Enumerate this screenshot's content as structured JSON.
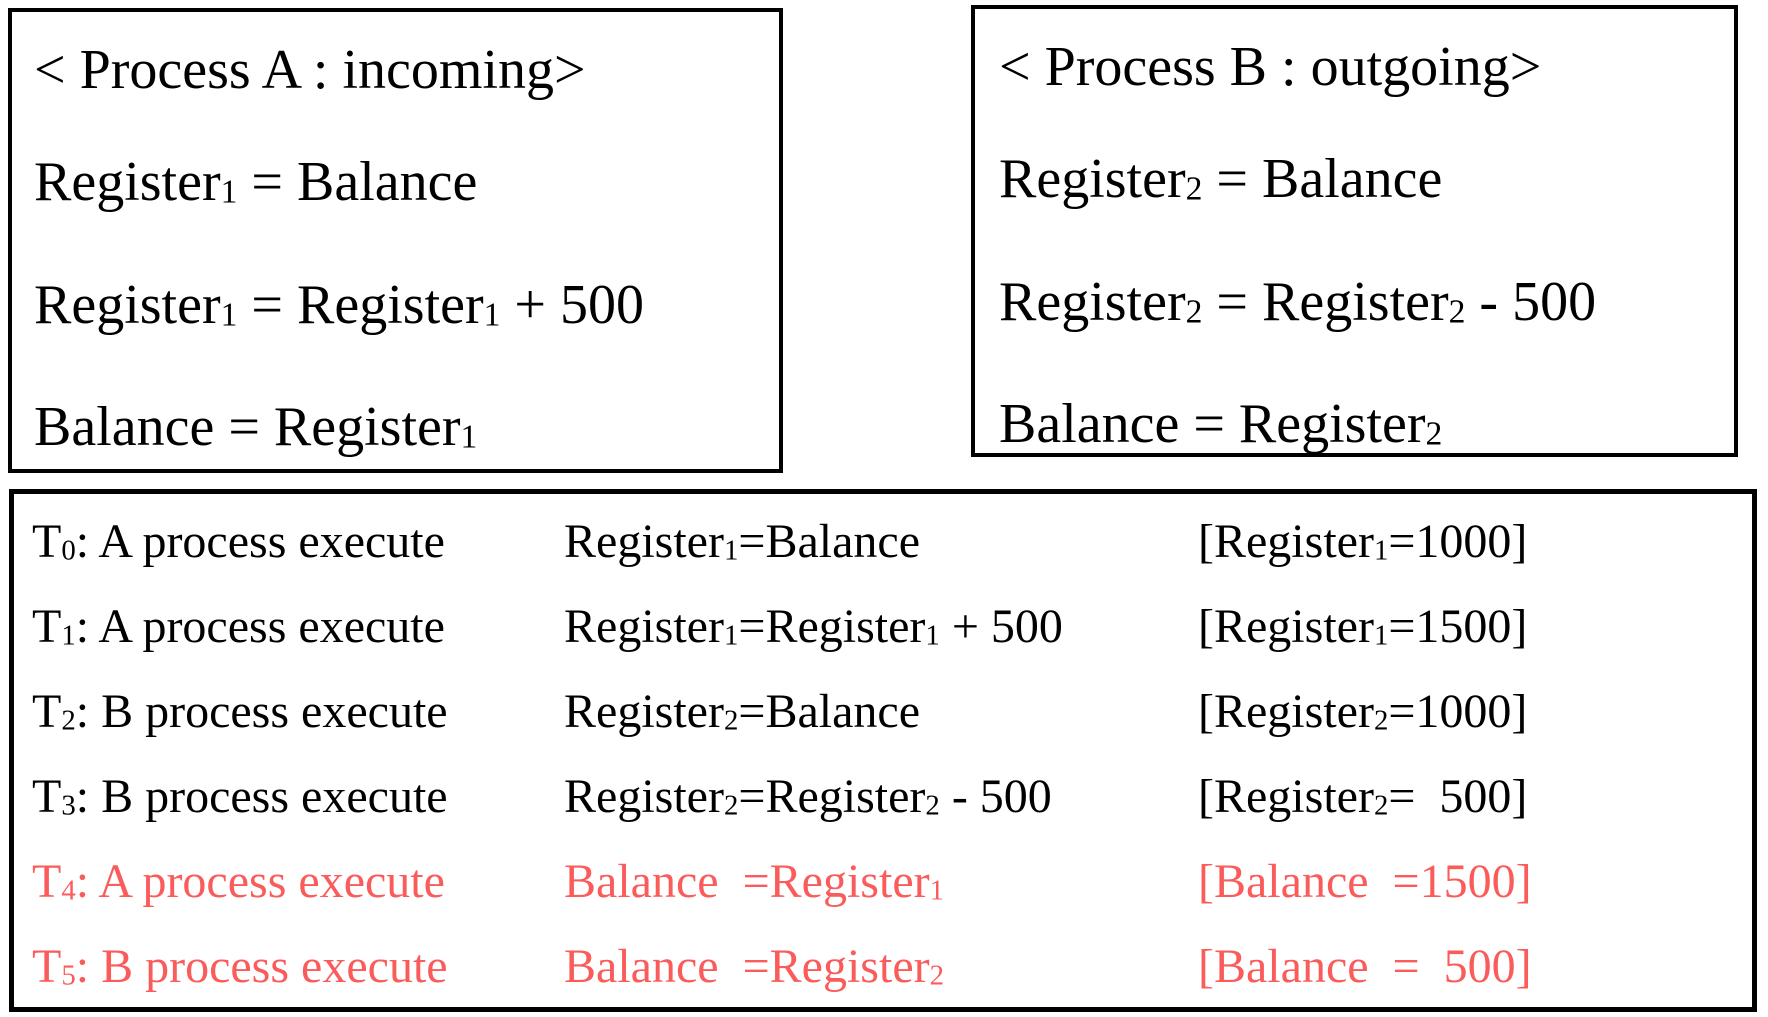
{
  "colors": {
    "background": "#ffffff",
    "text": "#000000",
    "border": "#000000",
    "highlight": "#fa5c5c"
  },
  "process_a": {
    "title": "< Process A : incoming>",
    "lines": [
      [
        {
          "t": "Register"
        },
        {
          "t": "1",
          "sub": true
        },
        {
          "t": " = Balance"
        }
      ],
      [
        {
          "t": "Register"
        },
        {
          "t": "1",
          "sub": true
        },
        {
          "t": " = Register"
        },
        {
          "t": "1",
          "sub": true
        },
        {
          "t": " + 500"
        }
      ],
      [
        {
          "t": "Balance = Register"
        },
        {
          "t": "1",
          "sub": true
        }
      ]
    ]
  },
  "process_b": {
    "title": "< Process B : outgoing>",
    "lines": [
      [
        {
          "t": "Register"
        },
        {
          "t": "2",
          "sub": true
        },
        {
          "t": " = Balance"
        }
      ],
      [
        {
          "t": "Register"
        },
        {
          "t": "2",
          "sub": true
        },
        {
          "t": " = Register"
        },
        {
          "t": "2",
          "sub": true
        },
        {
          "t": " - 500"
        }
      ],
      [
        {
          "t": "Balance = Register"
        },
        {
          "t": "2",
          "sub": true
        }
      ]
    ]
  },
  "timeline": {
    "rows": [
      {
        "highlight": false,
        "time": [
          {
            "t": "T"
          },
          {
            "t": "0",
            "sub": true
          },
          {
            "t": ": A process execute"
          }
        ],
        "statement": [
          {
            "t": "Register"
          },
          {
            "t": "1",
            "sub": true
          },
          {
            "t": "=Balance"
          }
        ],
        "result": [
          {
            "t": "[Register"
          },
          {
            "t": "1",
            "sub": true
          },
          {
            "t": "=1000]"
          }
        ]
      },
      {
        "highlight": false,
        "time": [
          {
            "t": "T"
          },
          {
            "t": "1",
            "sub": true
          },
          {
            "t": ": A process execute"
          }
        ],
        "statement": [
          {
            "t": "Register"
          },
          {
            "t": "1",
            "sub": true
          },
          {
            "t": "=Register"
          },
          {
            "t": "1",
            "sub": true
          },
          {
            "t": " + 500"
          }
        ],
        "result": [
          {
            "t": "[Register"
          },
          {
            "t": "1",
            "sub": true
          },
          {
            "t": "=1500]"
          }
        ]
      },
      {
        "highlight": false,
        "time": [
          {
            "t": "T"
          },
          {
            "t": "2",
            "sub": true
          },
          {
            "t": ": B process execute"
          }
        ],
        "statement": [
          {
            "t": "Register"
          },
          {
            "t": "2",
            "sub": true
          },
          {
            "t": "=Balance"
          }
        ],
        "result": [
          {
            "t": "[Register"
          },
          {
            "t": "2",
            "sub": true
          },
          {
            "t": "=1000]"
          }
        ]
      },
      {
        "highlight": false,
        "time": [
          {
            "t": "T"
          },
          {
            "t": "3",
            "sub": true
          },
          {
            "t": ": B process execute"
          }
        ],
        "statement": [
          {
            "t": "Register"
          },
          {
            "t": "2",
            "sub": true
          },
          {
            "t": "=Register"
          },
          {
            "t": "2",
            "sub": true
          },
          {
            "t": " - 500"
          }
        ],
        "result": [
          {
            "t": "[Register"
          },
          {
            "t": "2",
            "sub": true
          },
          {
            "t": "=  500]"
          }
        ]
      },
      {
        "highlight": true,
        "time": [
          {
            "t": "T"
          },
          {
            "t": "4",
            "sub": true
          },
          {
            "t": ": A process execute"
          }
        ],
        "statement": [
          {
            "t": "Balance  =Register"
          },
          {
            "t": "1",
            "sub": true
          }
        ],
        "result": [
          {
            "t": "[Balance  =1500]"
          }
        ]
      },
      {
        "highlight": true,
        "time": [
          {
            "t": "T"
          },
          {
            "t": "5",
            "sub": true
          },
          {
            "t": ": B process execute"
          }
        ],
        "statement": [
          {
            "t": "Balance  =Register"
          },
          {
            "t": "2",
            "sub": true
          }
        ],
        "result": [
          {
            "t": "[Balance  =  500]"
          }
        ]
      }
    ]
  }
}
